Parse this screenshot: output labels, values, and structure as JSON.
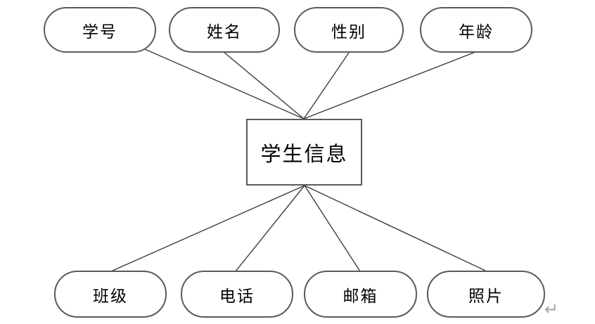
{
  "diagram": {
    "title": "student-information-er-diagram",
    "entity": {
      "label": "学生信息"
    },
    "attributes_top": [
      {
        "label": "学号"
      },
      {
        "label": "姓名"
      },
      {
        "label": "性别"
      },
      {
        "label": "年龄"
      }
    ],
    "attributes_bottom": [
      {
        "label": "班级"
      },
      {
        "label": "电话"
      },
      {
        "label": "邮箱"
      },
      {
        "label": "照片"
      }
    ],
    "paragraph_mark": "↵",
    "colors": {
      "shape_border": "#5a5a5a",
      "connector_line": "#3d3d3d",
      "text": "#000000",
      "paragraph_mark": "#a6a6a6",
      "background": "#ffffff"
    }
  }
}
